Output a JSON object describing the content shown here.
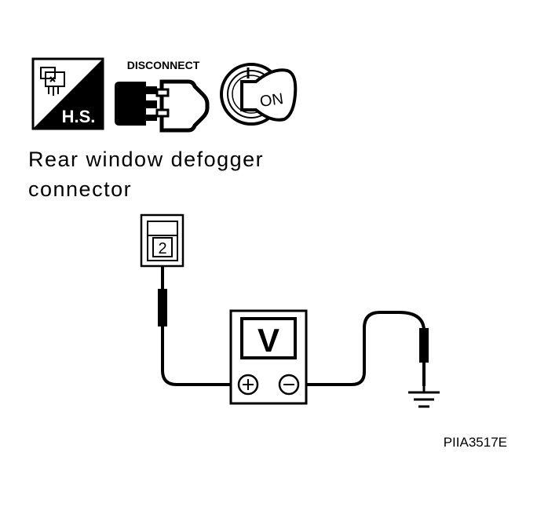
{
  "icons": {
    "harness_label": "H.S.",
    "disconnect_label": "DISCONNECT",
    "ignition_label": "ON",
    "harness_name": "harness-side-icon",
    "disconnect_name": "disconnect-connector-icon",
    "ignition_name": "ignition-key-on-icon"
  },
  "caption": {
    "line1": "Rear window defogger",
    "line2": "connector"
  },
  "connector": {
    "terminal": "2"
  },
  "voltmeter": {
    "label": "V",
    "plus": "+",
    "minus": "−"
  },
  "figure_id": "PIIA3517E",
  "colors": {
    "ink": "#000000",
    "paper": "#ffffff"
  }
}
